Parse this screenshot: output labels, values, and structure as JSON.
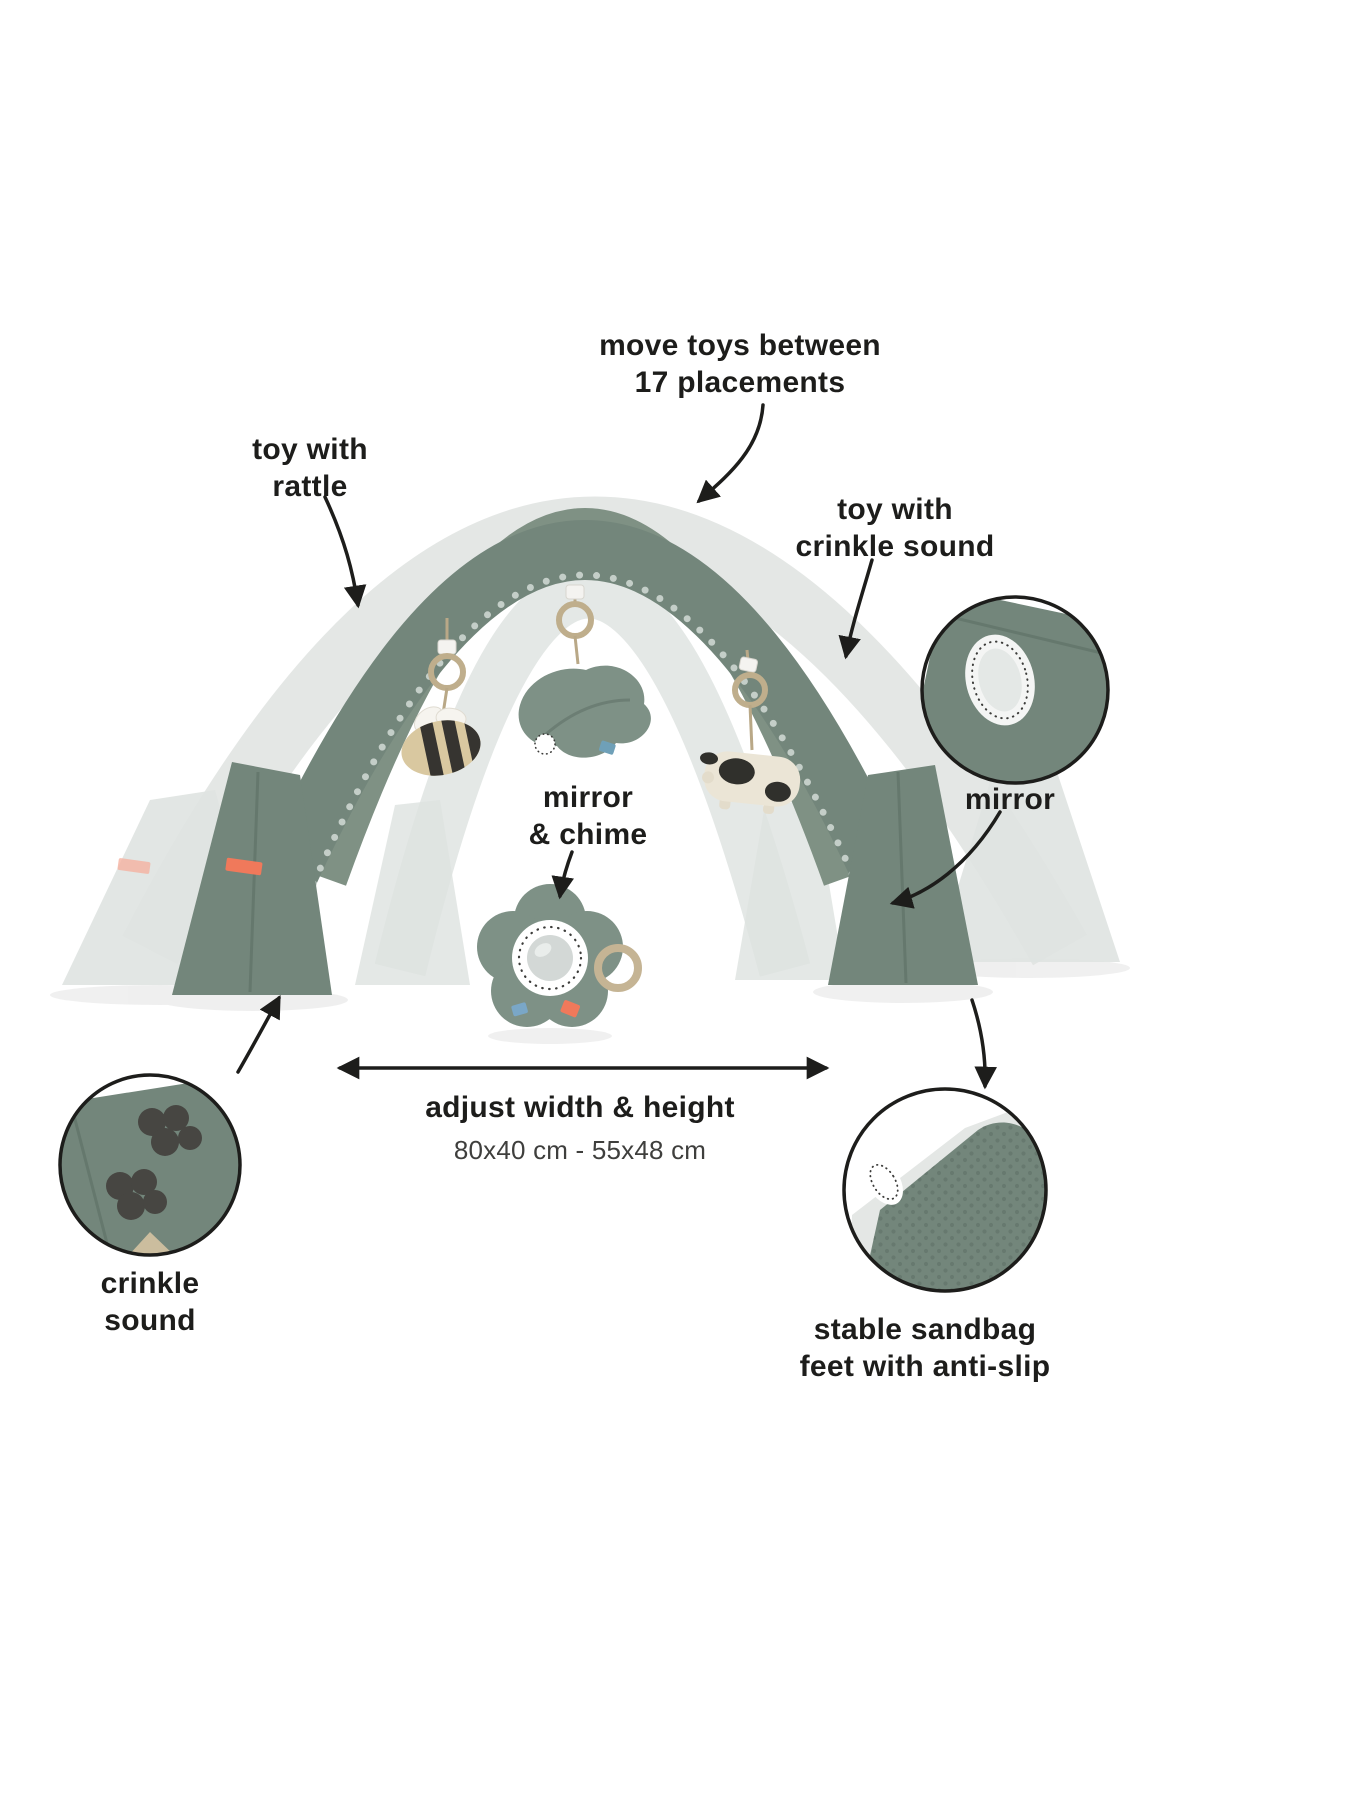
{
  "colors": {
    "text": "#1d1d1b",
    "product_green": "#73867b",
    "product_green_dark": "#5f7268",
    "ghost_gray": "#dfe3e1",
    "accent_orange": "#f0795b",
    "wood_tan": "#bfae8c",
    "background": "#ffffff"
  },
  "annotations": {
    "move_toys": {
      "line1": "move toys between",
      "line2": "17 placements"
    },
    "toy_rattle": {
      "line1": "toy with",
      "line2": "rattle"
    },
    "toy_crinkle": {
      "line1": "toy with",
      "line2": "crinkle sound"
    },
    "mirror": {
      "label": "mirror"
    },
    "mirror_chime": {
      "line1": "mirror",
      "line2": "& chime"
    },
    "adjust": {
      "title": "adjust width & height",
      "range": "80x40 cm - 55x48 cm"
    },
    "crinkle_sound": {
      "line1": "crinkle",
      "line2": "sound"
    },
    "sandbag_feet": {
      "line1": "stable sandbag",
      "line2": "feet with anti-slip"
    }
  }
}
